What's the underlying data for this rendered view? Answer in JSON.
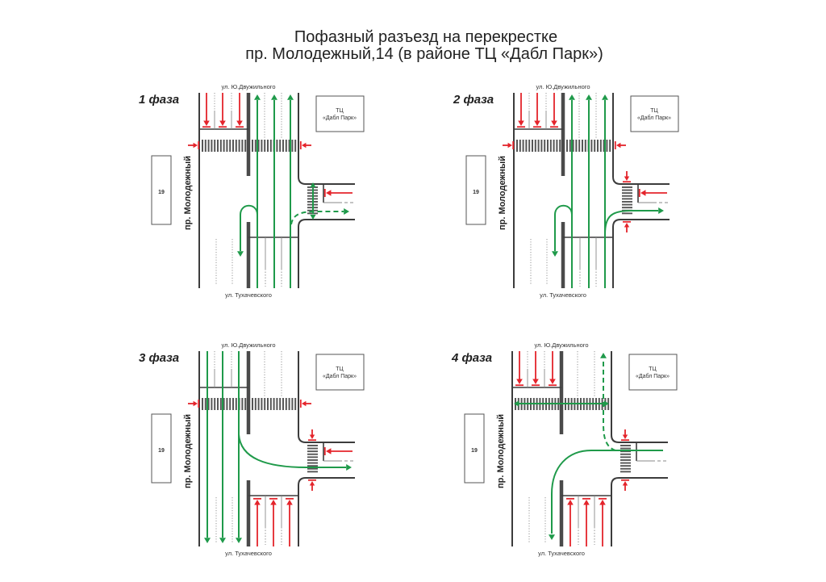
{
  "title": {
    "line1": "Пофазный разъезд на перекрестке",
    "line2": "пр. Молодежный,14 (в районе ТЦ «Дабл Парк»)"
  },
  "phases": [
    {
      "label": "1 фаза",
      "street_north": "ул. Ю.Двужильного",
      "street_south": "ул. Тухачевского",
      "avenue": "пр. Молодежный",
      "building_number": "19",
      "mall": {
        "line1": "ТЦ",
        "line2": "«Дабл Парк»"
      }
    },
    {
      "label": "2 фаза",
      "street_north": "ул. Ю.Двужильного",
      "street_south": "ул. Тухачевского",
      "avenue": "пр. Молодежный",
      "building_number": "19",
      "mall": {
        "line1": "ТЦ",
        "line2": "«Дабл Парк»"
      }
    },
    {
      "label": "3 фаза",
      "street_north": "ул. Ю.Двужильного",
      "street_south": "ул. Тухачевского",
      "avenue": "пр. Молодежный",
      "building_number": "19",
      "mall": {
        "line1": "ТЦ",
        "line2": "«Дабл Парк»"
      }
    },
    {
      "label": "4 фаза",
      "street_north": "ул. Ю.Двужильного",
      "street_south": "ул. Тухачевского",
      "avenue": "пр. Молодежный",
      "building_number": "19",
      "mall": {
        "line1": "ТЦ",
        "line2": "«Дабл Парк»"
      }
    }
  ],
  "colors": {
    "go": "#1f9a4a",
    "stop": "#e4242b",
    "road": "#3c3c3c",
    "median": "#4a4a4a",
    "crosswalk": "#555555",
    "lane": "#8a8a8a",
    "building": "#555555"
  }
}
